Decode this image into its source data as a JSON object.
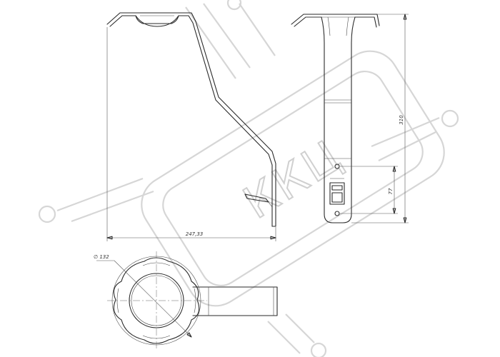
{
  "drawing": {
    "watermark_text": "ККЦ",
    "dimensions": {
      "overall_width": "247,33",
      "overall_height": "310",
      "hole_spacing": "77",
      "ring_diameter": "∅ 132"
    },
    "colors": {
      "line": "#2a2a2a",
      "dimension": "#555555",
      "watermark": "#d6d6d6"
    }
  }
}
